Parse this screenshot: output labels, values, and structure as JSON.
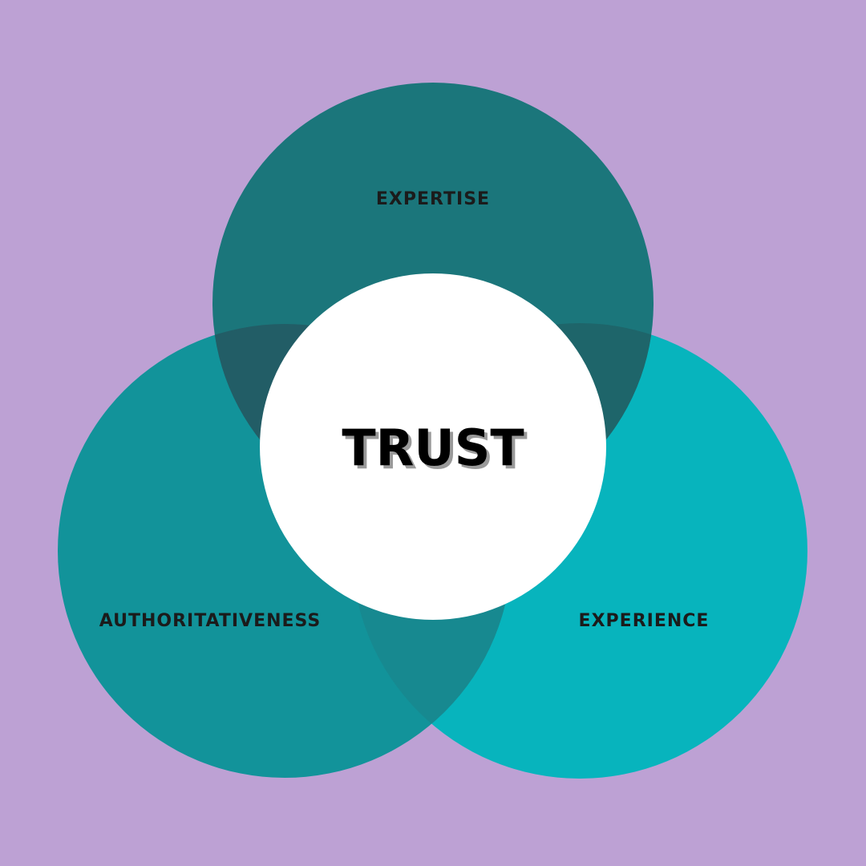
{
  "colors": {
    "background": "#bda1d4",
    "expertise": "#1b767b",
    "authoritativeness": "#12939a",
    "experience": "#07b4bd",
    "overlap_expertise_authoritativeness": "#225d66",
    "overlap_expertise_experience": "#1e656a",
    "overlap_authoritativeness_experience": "#178990",
    "center": "#ffffff"
  },
  "diagram": {
    "circles": {
      "expertise": {
        "label": "EXPERTISE"
      },
      "authoritativeness": {
        "label": "AUTHORITATIVENESS"
      },
      "experience": {
        "label": "EXPERIENCE"
      }
    },
    "center": {
      "label": "TRUST"
    }
  }
}
